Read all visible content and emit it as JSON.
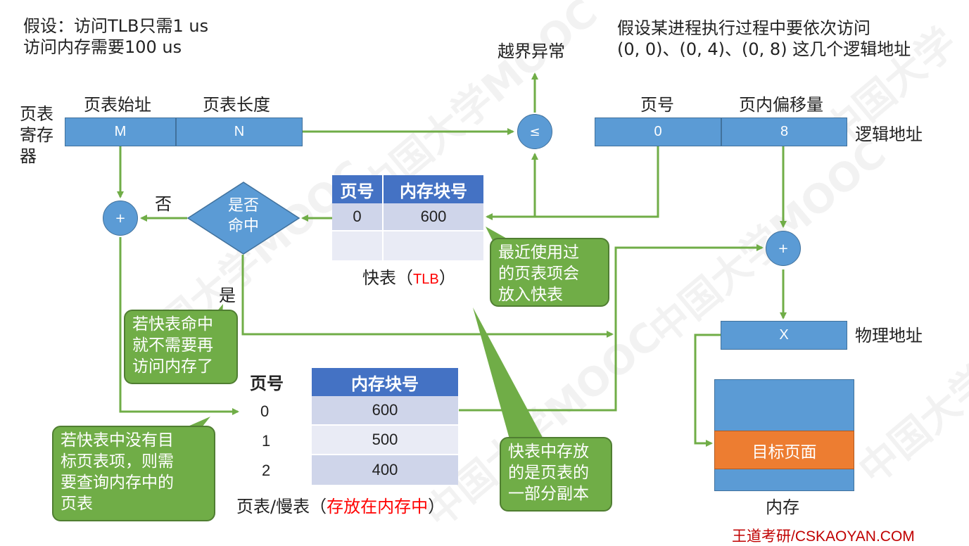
{
  "assumption": {
    "line1": "假设：访问TLB只需1 us",
    "line2": "访问内存需要100 us"
  },
  "process_note": {
    "line1": "假设某进程执行过程中要依次访问",
    "line2": "(0, 0)、(0, 4)、(0, 8) 这几个逻辑地址"
  },
  "out_of_bounds": "越界异常",
  "page_table_register": {
    "label_lines": [
      "页表",
      "寄存",
      "器"
    ],
    "start_header": "页表始址",
    "length_header": "页表长度",
    "start_value": "M",
    "length_value": "N"
  },
  "compare_symbol": "≤",
  "logical_address": {
    "page_header": "页号",
    "offset_header": "页内偏移量",
    "page_value": "0",
    "offset_value": "8",
    "label": "逻辑地址"
  },
  "adder_symbol": "+",
  "decision": {
    "line1": "是否",
    "line2": "命中",
    "no_label": "否",
    "yes_label": "是"
  },
  "tlb": {
    "headers": [
      "页号",
      "内存块号"
    ],
    "rows": [
      [
        "0",
        "600"
      ],
      [
        "",
        ""
      ]
    ],
    "caption": "快表（",
    "caption_highlight": "TLB",
    "caption_end": "）"
  },
  "page_table": {
    "page_header": "页号",
    "block_header": "内存块号",
    "rows": [
      [
        "0",
        "600"
      ],
      [
        "1",
        "500"
      ],
      [
        "2",
        "400"
      ]
    ],
    "caption": "页表/慢表（",
    "caption_highlight": "存放在内存中",
    "caption_end": "）"
  },
  "physical_address": {
    "value": "X",
    "label": "物理地址"
  },
  "memory": {
    "target_page": "目标页面",
    "label": "内存"
  },
  "callouts": {
    "recent": [
      "最近使用过",
      "的页表项会",
      "放入快表"
    ],
    "hit": [
      "若快表命中",
      "就不需要再",
      "访问内存了"
    ],
    "miss": [
      "若快表中没有目",
      "标页表项，则需",
      "要查询内存中的",
      "页表"
    ],
    "copy": [
      "快表中存放",
      "的是页表的",
      "一部分副本"
    ]
  },
  "footer": "王道考研/CSKAOYAN.COM",
  "colors": {
    "box_blue": "#5b9bd5",
    "table_header": "#4472c4",
    "arrow_green": "#70ad47",
    "callout_green": "#70ad47",
    "target_orange": "#ed7d31",
    "highlight_red": "#ff0000",
    "footer_red": "#c00000"
  }
}
